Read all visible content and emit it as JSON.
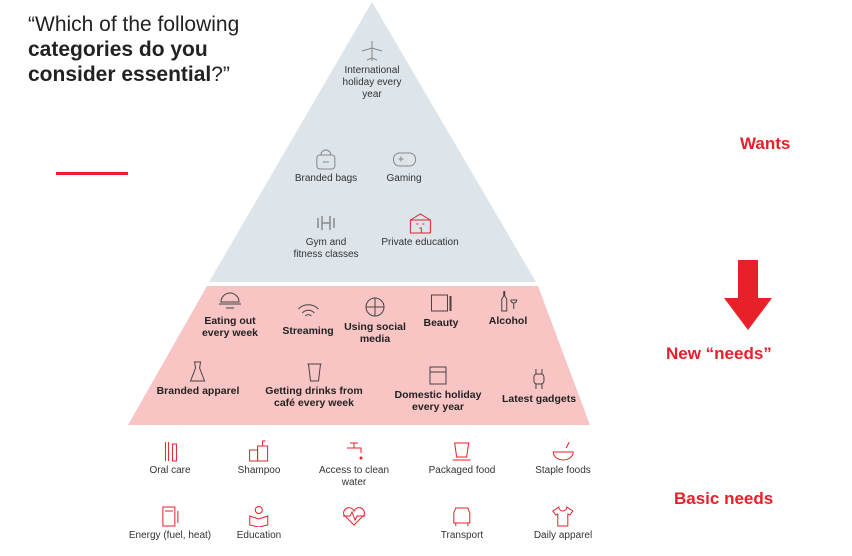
{
  "question": {
    "prefix": "“Which of the following ",
    "bold": "categories do you consider essential",
    "suffix": "?”"
  },
  "levels": {
    "wants": "Wants",
    "new_needs": "New “needs”",
    "basic": "Basic needs"
  },
  "colors": {
    "accent": "#e8202a",
    "wants_fill": "#dde4ea",
    "needs_fill": "#f8c4c4"
  },
  "wants": [
    {
      "label": "International holiday every year",
      "icon": "airplane-icon"
    },
    {
      "label": "Branded bags",
      "icon": "bag-icon"
    },
    {
      "label": "Gaming",
      "icon": "gamepad-icon"
    },
    {
      "label": "Gym and fitness classes",
      "icon": "dumbbell-icon"
    },
    {
      "label": "Private education",
      "icon": "school-icon"
    }
  ],
  "new_needs": [
    {
      "label": "Eating out every week",
      "icon": "cloche-icon"
    },
    {
      "label": "Streaming",
      "icon": "wifi-icon"
    },
    {
      "label": "Using social media",
      "icon": "globe-icon"
    },
    {
      "label": "Beauty",
      "icon": "vanity-icon"
    },
    {
      "label": "Alcohol",
      "icon": "bottle-icon"
    },
    {
      "label": "Branded apparel",
      "icon": "dress-icon"
    },
    {
      "label": "Getting drinks from café every week",
      "icon": "cup-icon"
    },
    {
      "label": "Domestic holiday every year",
      "icon": "calendar-icon"
    },
    {
      "label": "Latest gadgets",
      "icon": "smartwatch-icon"
    }
  ],
  "basic": [
    {
      "label": "Oral care",
      "icon": "toothbrush-icon"
    },
    {
      "label": "Shampoo",
      "icon": "shampoo-icon"
    },
    {
      "label": "Access to clean water",
      "icon": "tap-icon"
    },
    {
      "label": "Packaged food",
      "icon": "packaged-food-icon"
    },
    {
      "label": "Staple foods",
      "icon": "bowl-icon"
    },
    {
      "label": "Energy (fuel, heat)",
      "icon": "fuel-pump-icon"
    },
    {
      "label": "Education",
      "icon": "reading-icon"
    },
    {
      "label": "",
      "icon": "heartbeat-icon"
    },
    {
      "label": "Transport",
      "icon": "car-icon"
    },
    {
      "label": "Daily apparel",
      "icon": "tshirt-icon"
    }
  ]
}
